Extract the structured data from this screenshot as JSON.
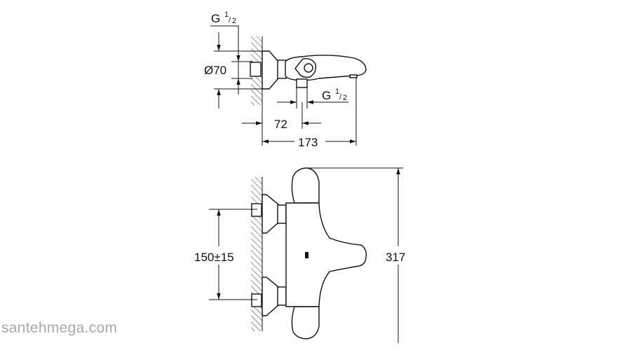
{
  "top_view": {
    "inlet_thread": {
      "main": "G",
      "sup": "1",
      "sub": "2"
    },
    "rosette_diameter": "Ø70",
    "outlet_offset": "72",
    "outlet_thread": {
      "main": "G",
      "sup": "1",
      "sub": "2"
    },
    "depth": "173"
  },
  "front_view": {
    "inlet_spacing": "150±15",
    "height": "317"
  },
  "watermark": "santehmega.com"
}
